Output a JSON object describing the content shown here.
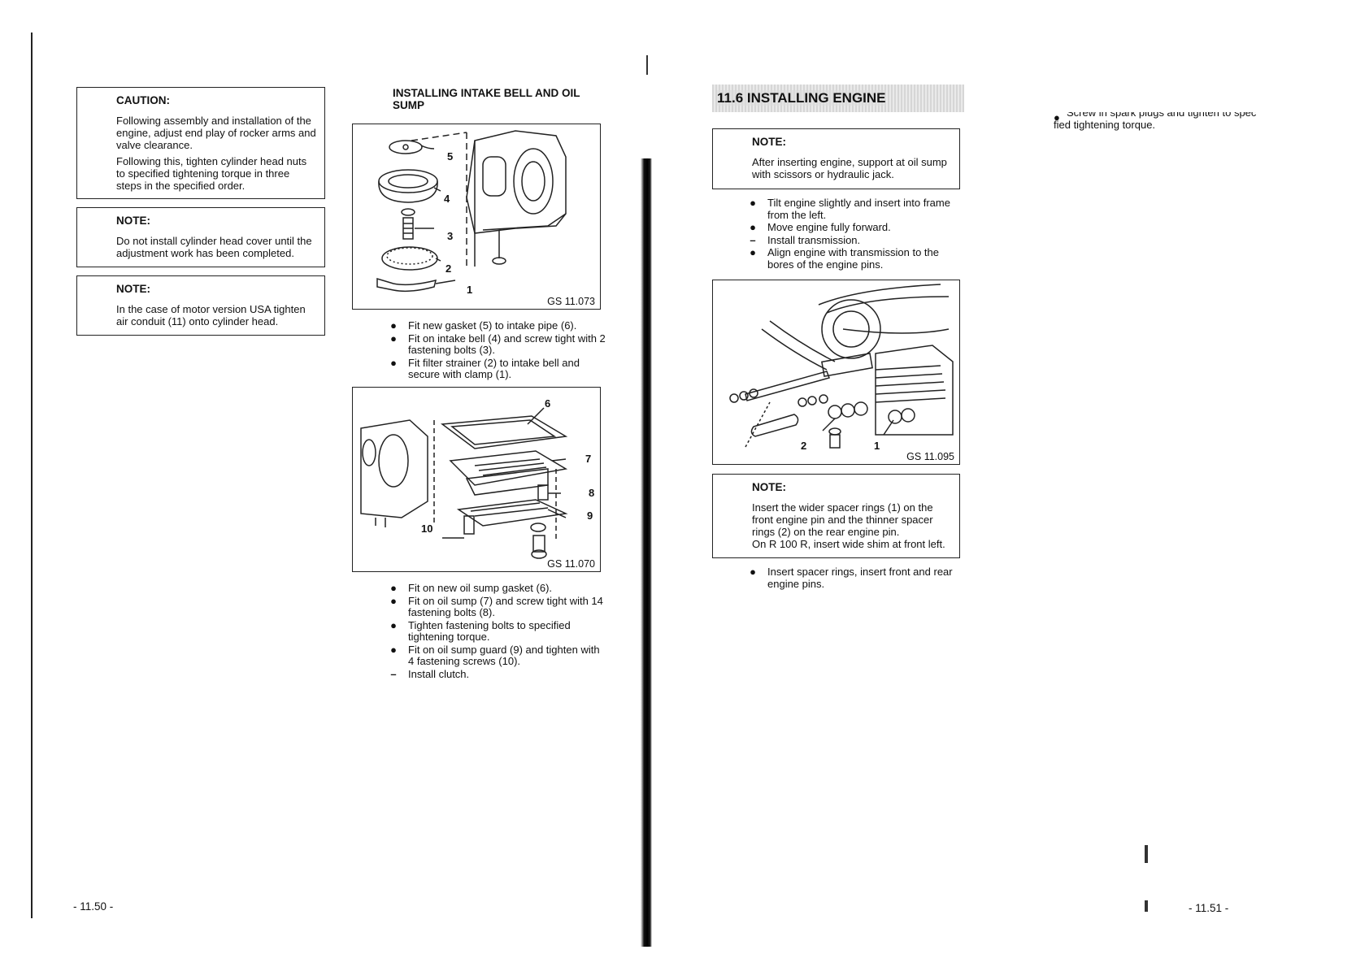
{
  "left_page": {
    "caution_box": {
      "title": "CAUTION:",
      "paragraph_1": "Following assembly and installation of the engine, adjust end play of rocker arms and valve clearance.",
      "paragraph_2": "Following this, tighten cylinder head nuts to specified tightening torque in three steps in the specified order."
    },
    "note_box_1": {
      "title": "NOTE:",
      "text": "Do not install cylinder head cover until the adjustment work has been completed."
    },
    "note_box_2": {
      "title": "NOTE:",
      "text": "In the case of motor version USA tighten air conduit (11) onto cylinder head."
    },
    "intake_heading": "INSTALLING INTAKE BELL AND OIL SUMP",
    "figure_1": {
      "code": "GS 11.073",
      "callouts": [
        "5",
        "4",
        "3",
        "2",
        "1"
      ]
    },
    "steps_1": [
      {
        "mark": "●",
        "text": "Fit new gasket (5) to intake pipe (6)."
      },
      {
        "mark": "●",
        "text": "Fit on intake bell (4) and screw tight with 2 fastening bolts (3)."
      },
      {
        "mark": "●",
        "text": "Fit filter strainer (2) to intake bell and secure with clamp (1)."
      }
    ],
    "figure_2": {
      "code": "GS 11.070",
      "callouts": [
        "6",
        "7",
        "8",
        "9",
        "10"
      ]
    },
    "steps_2": [
      {
        "mark": "●",
        "text": "Fit on new oil sump gasket (6)."
      },
      {
        "mark": "●",
        "text": "Fit on oil sump (7) and screw tight with 14 fastening bolts (8)."
      },
      {
        "mark": "●",
        "text": "Tighten fastening bolts to specified tightening torque."
      },
      {
        "mark": "●",
        "text": "Fit on oil sump guard (9) and tighten with 4 fastening screws (10)."
      },
      {
        "mark": "–",
        "text": "Install clutch."
      }
    ],
    "page_number": "- 11.50 -"
  },
  "right_page": {
    "section_heading": "11.6 INSTALLING ENGINE",
    "note_box_1": {
      "title": "NOTE:",
      "text": "After inserting engine, support at oil sump with scissors or hydraulic jack."
    },
    "steps_1": [
      {
        "mark": "●",
        "text": "Tilt engine slightly and insert into frame from the left."
      },
      {
        "mark": "●",
        "text": "Move engine fully forward."
      },
      {
        "mark": "–",
        "text": "Install transmission."
      },
      {
        "mark": "●",
        "text": "Align engine with transmission to the bores of the engine pins."
      }
    ],
    "figure_3": {
      "code": "GS 11.095",
      "callouts": [
        "2",
        "1"
      ]
    },
    "note_box_2": {
      "title": "NOTE:",
      "paragraph_1": "Insert the wider spacer rings (1) on the front engine pin and the thinner spacer rings (2) on the rear engine pin.",
      "paragraph_2": "On R 100 R, insert wide shim at front left."
    },
    "steps_2": [
      {
        "mark": "●",
        "text": "Insert spacer rings, insert front and rear engine pins."
      }
    ],
    "right_column": {
      "clipped_line": "Screw in spark plugs and tighten to speci-",
      "continued_line": "fied tightening torque."
    },
    "page_number": "- 11.51 -"
  }
}
